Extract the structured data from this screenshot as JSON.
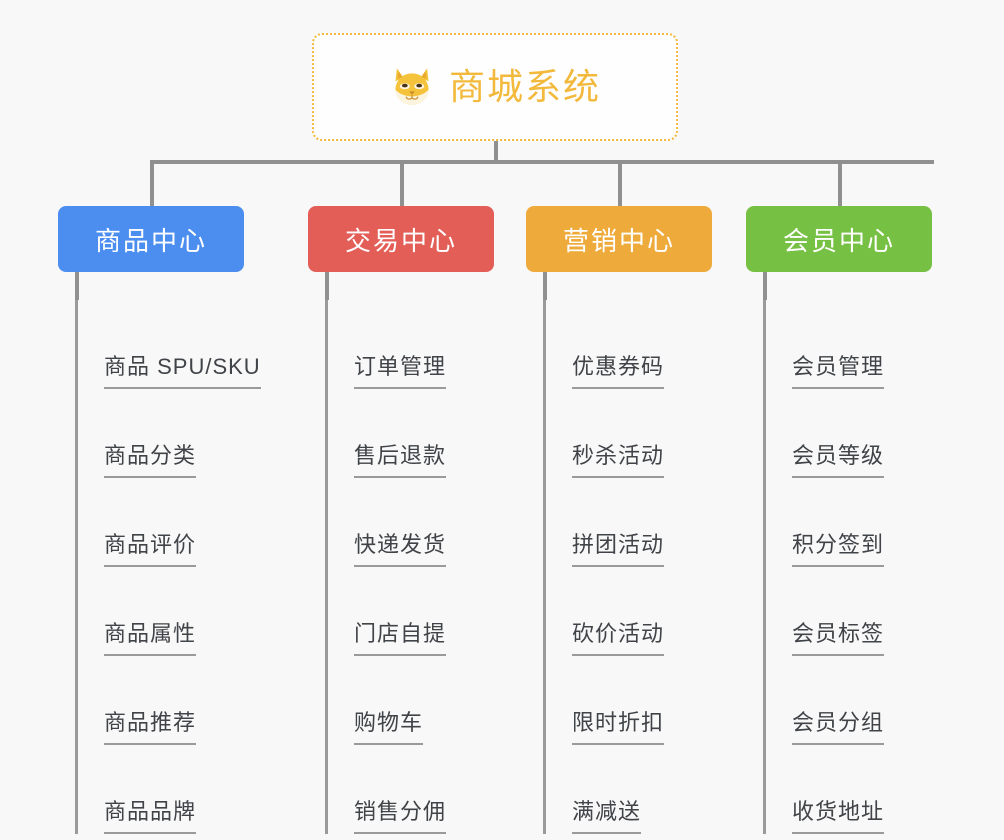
{
  "root": {
    "title": "商城系统",
    "icon": "shiba-dog-icon",
    "accent_color": "#f2b93c",
    "border_style": "dotted"
  },
  "categories": [
    {
      "label": "商品中心",
      "color": "#4b8ef0",
      "items": [
        "商品 SPU/SKU",
        "商品分类",
        "商品评价",
        "商品属性",
        "商品推荐",
        "商品品牌"
      ]
    },
    {
      "label": "交易中心",
      "color": "#e45e58",
      "items": [
        "订单管理",
        "售后退款",
        "快递发货",
        "门店自提",
        "购物车",
        "销售分佣"
      ]
    },
    {
      "label": "营销中心",
      "color": "#eeab3c",
      "items": [
        "优惠券码",
        "秒杀活动",
        "拼团活动",
        "砍价活动",
        "限时折扣",
        "满减送"
      ]
    },
    {
      "label": "会员中心",
      "color": "#76c044",
      "items": [
        "会员管理",
        "会员等级",
        "积分签到",
        "会员标签",
        "会员分组",
        "收货地址"
      ]
    }
  ],
  "theme": {
    "background": "#f8f8f8",
    "connector_color": "#909090",
    "leaf_text_color": "#404347",
    "leaf_line_color": "#9a9a9a"
  }
}
